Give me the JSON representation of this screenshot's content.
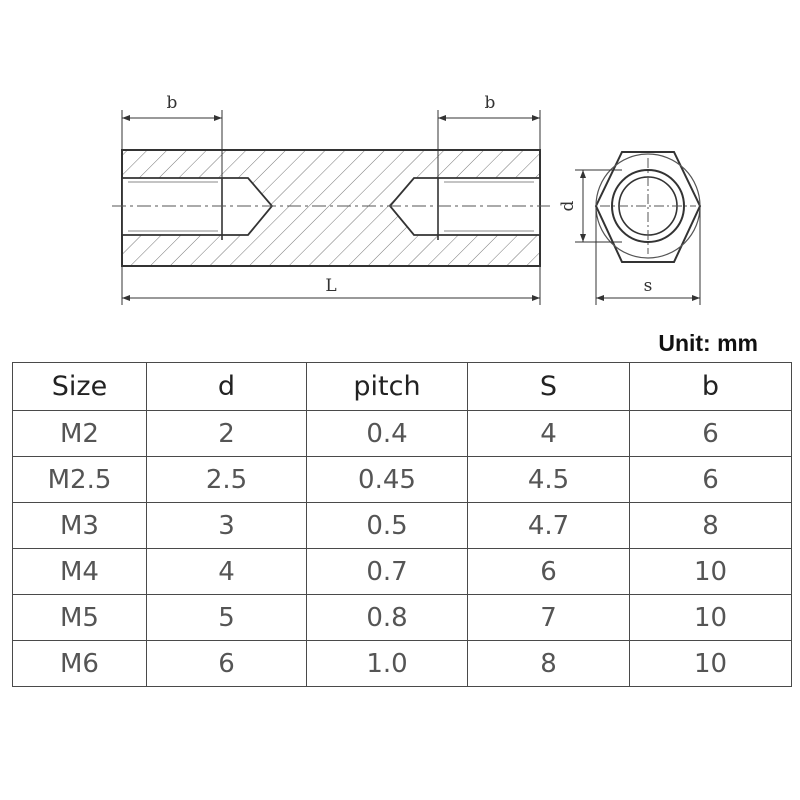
{
  "drawing": {
    "dim_b_left": "b",
    "dim_b_right": "b",
    "dim_L": "L",
    "dim_d": "d",
    "dim_s": "s"
  },
  "unit_label": "Unit: mm",
  "table": {
    "headers": [
      "Size",
      "d",
      "pitch",
      "S",
      "b"
    ],
    "rows": [
      [
        "M2",
        "2",
        "0.4",
        "4",
        "6"
      ],
      [
        "M2.5",
        "2.5",
        "0.45",
        "4.5",
        "6"
      ],
      [
        "M3",
        "3",
        "0.5",
        "4.7",
        "8"
      ],
      [
        "M4",
        "4",
        "0.7",
        "6",
        "10"
      ],
      [
        "M5",
        "5",
        "0.8",
        "7",
        "10"
      ],
      [
        "M6",
        "6",
        "1.0",
        "8",
        "10"
      ]
    ]
  }
}
